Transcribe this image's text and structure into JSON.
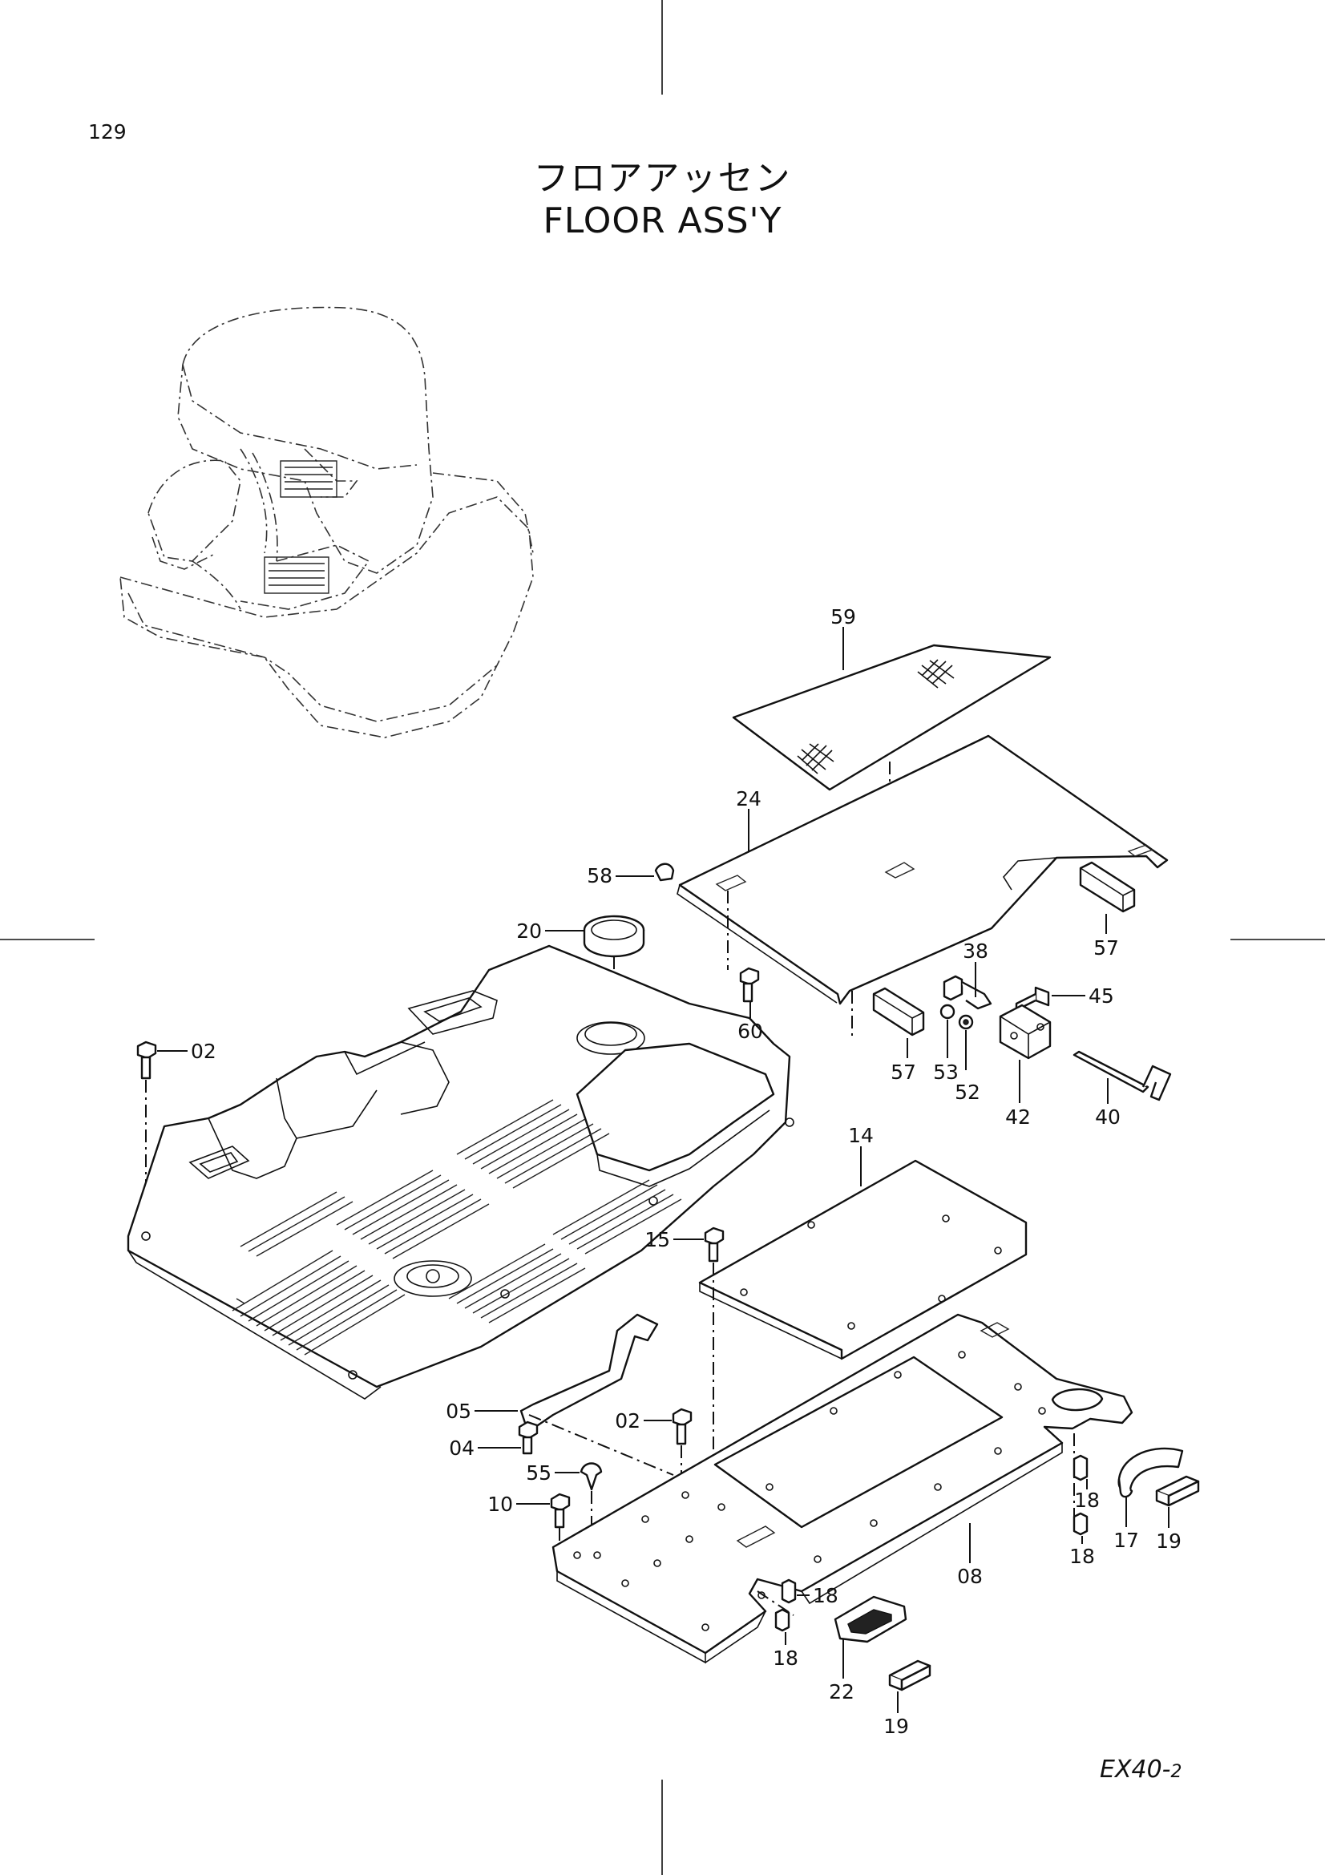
{
  "page_number": "129",
  "title_jp": "フロアアッセン",
  "title_en": "FLOOR ASS'Y",
  "model_code": "EX40-",
  "model_code_suffix": "2",
  "callouts": {
    "p59": "59",
    "p24": "24",
    "p58": "58",
    "p20": "20",
    "p57a": "57",
    "p57b": "57",
    "p60": "60",
    "p38": "38",
    "p45": "45",
    "p53": "53",
    "p52": "52",
    "p42": "42",
    "p40": "40",
    "p02a": "02",
    "p14": "14",
    "p15": "15",
    "p05": "05",
    "p02b": "02",
    "p04": "04",
    "p55": "55",
    "p10": "10",
    "p18a": "18",
    "p18b": "18",
    "p17": "17",
    "p19a": "19",
    "p08": "08",
    "p18c": "18",
    "p18d": "18",
    "p22": "22",
    "p19b": "19"
  }
}
